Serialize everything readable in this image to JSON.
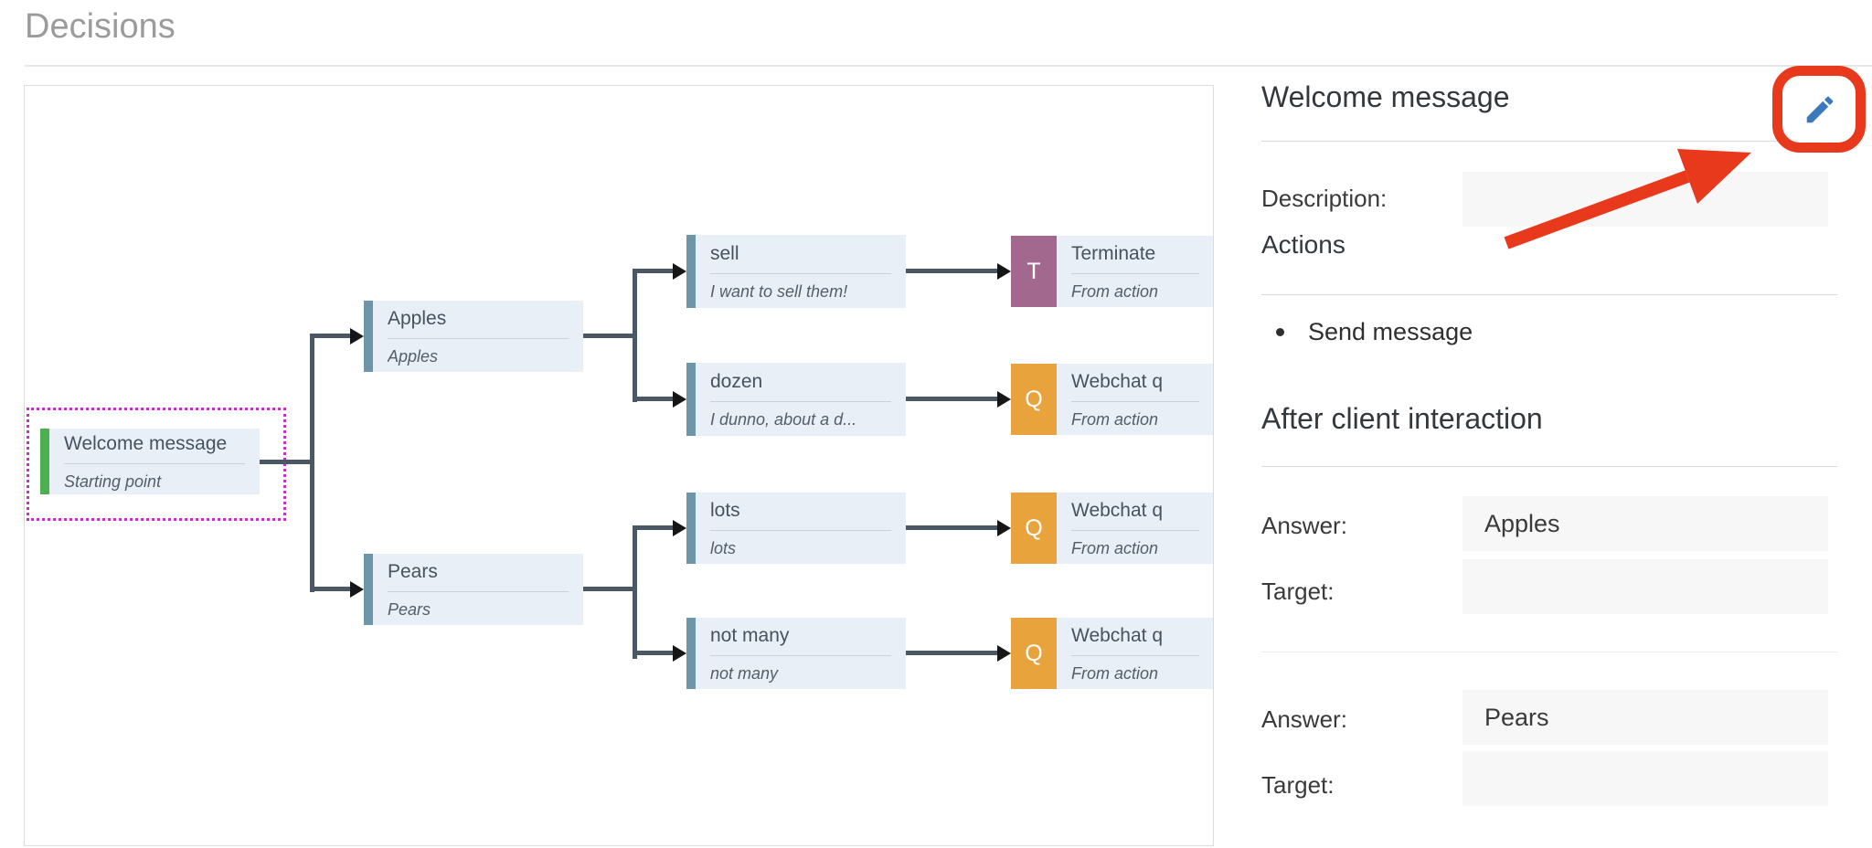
{
  "page": {
    "title": "Decisions"
  },
  "tree": {
    "welcome": {
      "title": "Welcome message",
      "subtitle": "Starting point"
    },
    "apples": {
      "title": "Apples",
      "subtitle": "Apples"
    },
    "pears": {
      "title": "Pears",
      "subtitle": "Pears"
    },
    "sell": {
      "title": "sell",
      "subtitle": "I want to sell them!"
    },
    "dozen": {
      "title": "dozen",
      "subtitle": "I dunno, about a d..."
    },
    "not_many": {
      "title": "not many",
      "subtitle": "not many"
    },
    "lots": {
      "title": "lots",
      "subtitle": "lots"
    },
    "terminate": {
      "badge": "T",
      "title": "Terminate",
      "subtitle": "From action"
    },
    "webchat_dozen": {
      "badge": "Q",
      "title": "Webchat q",
      "subtitle": "From action"
    },
    "webchat_lots": {
      "badge": "Q",
      "title": "Webchat q",
      "subtitle": "From action"
    },
    "webchat_not_many": {
      "badge": "Q",
      "title": "Webchat q",
      "subtitle": "From action"
    }
  },
  "detail_panel": {
    "title": "Welcome message",
    "edit_icon": "pencil-icon",
    "description_label": "Description:",
    "description_value": "",
    "actions_heading": "Actions",
    "actions": [
      {
        "label": "Send message"
      }
    ],
    "after_client_heading": "After client interaction",
    "answer_rows": [
      {
        "answer_label": "Answer:",
        "answer_value": "Apples",
        "target_label": "Target:",
        "target_value": ""
      },
      {
        "answer_label": "Answer:",
        "answer_value": "Pears",
        "target_label": "Target:",
        "target_value": ""
      }
    ]
  },
  "colors": {
    "start_accent": "#4cb050",
    "node_accent": "#6d96a9",
    "terminate_badge": "#a2688e",
    "question_badge": "#e9a33c",
    "selection_outline": "#c433c4",
    "connector": "#4a5866",
    "annotation_red": "#e8391d",
    "edit_icon_blue": "#3b78bd"
  }
}
